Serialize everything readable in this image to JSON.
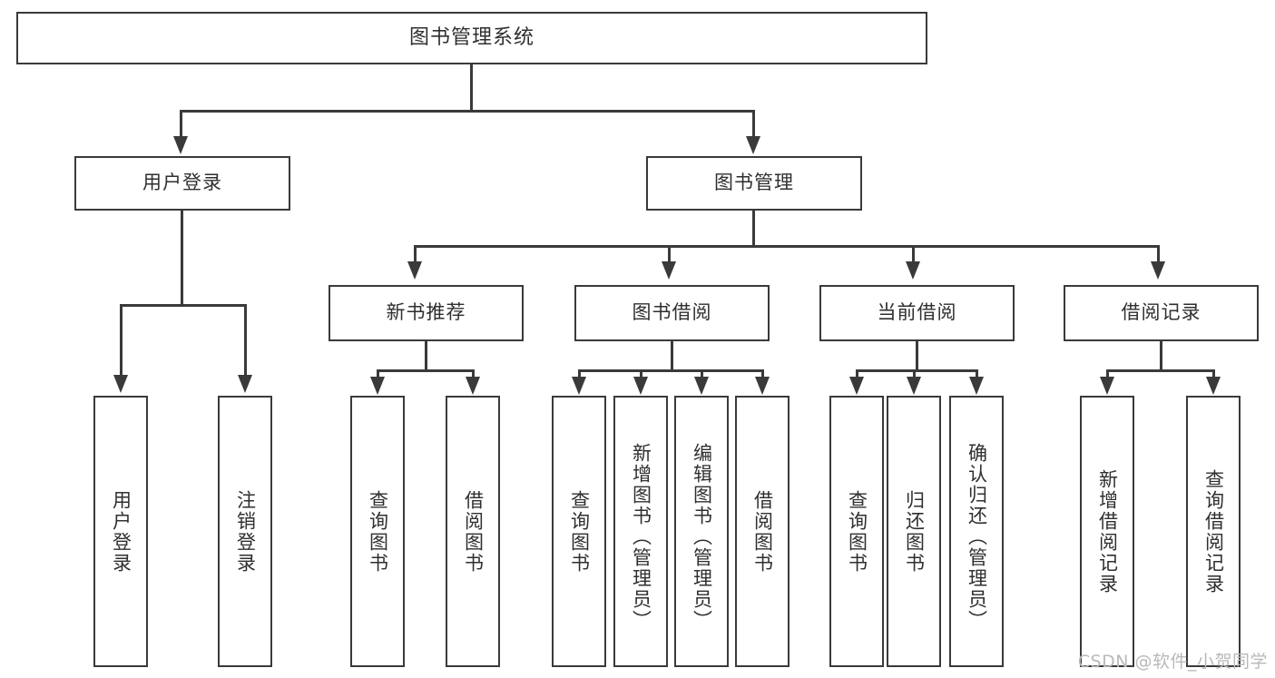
{
  "diagram": {
    "title": "图书管理系统",
    "root": {
      "label": "图书管理系统"
    },
    "level2": [
      {
        "label": "用户登录"
      },
      {
        "label": "图书管理"
      }
    ],
    "level3": [
      {
        "label": "新书推荐"
      },
      {
        "label": "图书借阅"
      },
      {
        "label": "当前借阅"
      },
      {
        "label": "借阅记录"
      }
    ],
    "leaves": {
      "user_login": [
        {
          "label": "用户登录"
        },
        {
          "label": "注销登录"
        }
      ],
      "new_book_recommend": [
        {
          "label": "查询图书"
        },
        {
          "label": "借阅图书"
        }
      ],
      "book_borrow": [
        {
          "label": "查询图书"
        },
        {
          "label": "新增图书（管理员）"
        },
        {
          "label": "编辑图书（管理员）"
        },
        {
          "label": "借阅图书"
        }
      ],
      "current_borrow": [
        {
          "label": "查询图书"
        },
        {
          "label": "归还图书"
        },
        {
          "label": "确认归还（管理员）"
        }
      ],
      "borrow_record": [
        {
          "label": "新增借阅记录"
        },
        {
          "label": "查询借阅记录"
        }
      ]
    }
  },
  "watermark": {
    "text": "CSDN @软件_小贺同学"
  },
  "colors": {
    "stroke": "#3a3a3a",
    "text": "#2f2f2f",
    "background": "#ffffff",
    "watermark": "#b9b9b9"
  }
}
